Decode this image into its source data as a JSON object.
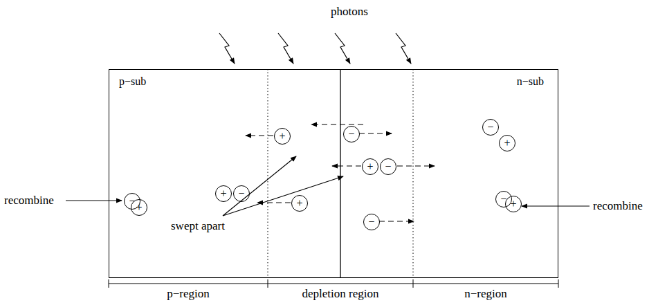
{
  "diagram": {
    "nodes": [
      {
        "text": [
          "p−sub",
          "n−sub"
        ]
      },
      {
        "text": [
          "+"
        ],
        "in": 0
      },
      {
        "text": [
          "−"
        ],
        "in": 0
      },
      {
        "text": [
          "−"
        ],
        "in": 0
      },
      {
        "text": [
          "+"
        ],
        "in": 0
      },
      {
        "text": [
          "+"
        ],
        "in": 0
      },
      {
        "text": [
          "−"
        ],
        "in": 0
      },
      {
        "text": [
          "+"
        ],
        "in": 0
      },
      {
        "text": [
          "−"
        ],
        "in": 0
      },
      {
        "text": [
          "+"
        ],
        "in": 0
      },
      {
        "text": [
          "−"
        ],
        "in": 0
      },
      {
        "text": [
          "+"
        ],
        "in": 0
      },
      {
        "text": [
          "−"
        ],
        "in": 0
      },
      {
        "text": [
          "+"
        ],
        "in": 0
      },
      {
        "text": [
          "−"
        ],
        "in": 0
      }
    ],
    "labels": [
      "photons",
      "recombine",
      "swept apart",
      "recombine",
      "p−region",
      "depletion region",
      "n−region"
    ]
  }
}
